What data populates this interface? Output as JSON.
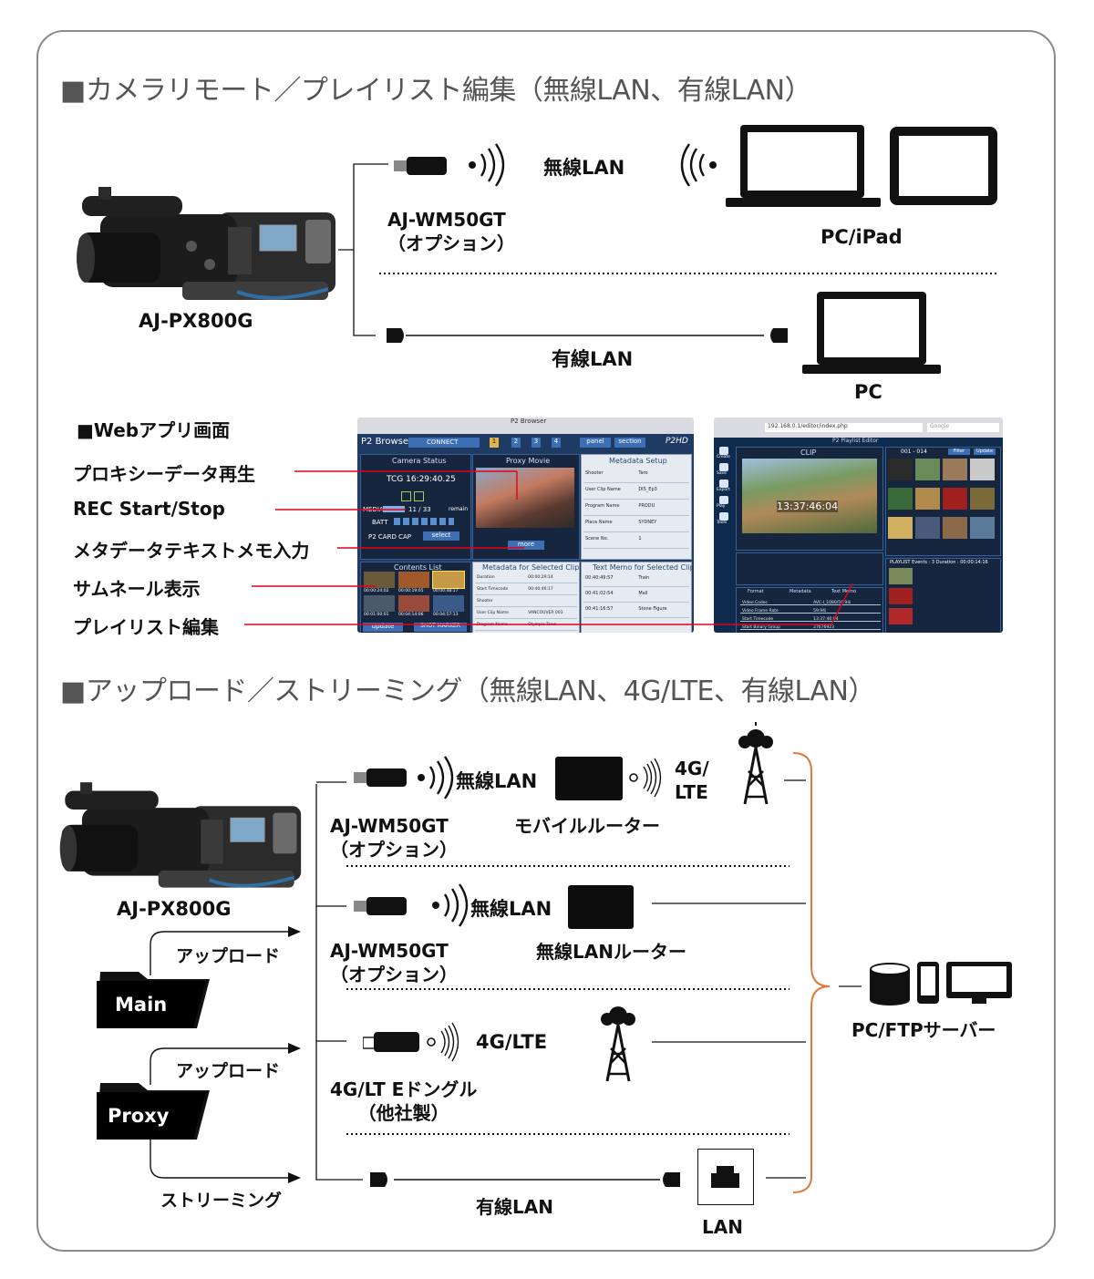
{
  "section1": {
    "heading": "■カメラリモート／プレイリスト編集（無線LAN、有線LAN）",
    "camera_label": "AJ-PX800G",
    "dongle_label_line1": "AJ-WM50GT",
    "dongle_label_line2": "（オプション）",
    "wireless_label": "無線LAN",
    "pc_ipad_label": "PC/iPad",
    "wired_label": "有線LAN",
    "pc_label": "PC"
  },
  "web_app": {
    "heading": "■Webアプリ画面",
    "features": [
      "プロキシーデータ再生",
      "REC Start/Stop",
      "メタデータテキストメモ入力",
      "サムネール表示",
      "プレイリスト編集"
    ],
    "accent_color": "#e3001b",
    "screenshot1": {
      "window_title": "P2 Browser",
      "app_title": "P2 Browser",
      "connect_button": "CONNECT",
      "tab_buttons": [
        "1",
        "2",
        "3",
        "4"
      ],
      "panel_button": "panel",
      "section_button": "section",
      "logo": "P2HD",
      "camera_status": "Camera Status",
      "tc": "TCG 16:29:40.25",
      "media": "MEDIA",
      "media_value": "11 / 33",
      "remain": "remain",
      "batt": "BATT",
      "card_cap": "P2 CARD CAP",
      "select": "select",
      "proxy_movie": "Proxy Movie",
      "more": "more",
      "metadata_setup": "Metadata Setup",
      "metadata_rows": [
        [
          "Shooter",
          "Taro"
        ],
        [
          "User Clip Name",
          "DIS_Ep3"
        ],
        [
          "Program Name",
          "PRODU"
        ],
        [
          "Place Name",
          "SYDNEY"
        ],
        [
          "Scene No.",
          "1"
        ]
      ],
      "contents_list": "Contents List",
      "thumb_times": [
        "00:00:24:02",
        "00:00:19:05",
        "00:00:48:17",
        "00:01:00:01",
        "00:04:14:06",
        "00:04:57:13"
      ],
      "update": "update",
      "shot_marker": "SHOT MARKER",
      "meta_selected": "Metadata for Selected Clip",
      "meta_sel_rows": [
        [
          "Duration",
          "00:00:29:14"
        ],
        [
          "Start Timecode",
          "00:40:46:17"
        ],
        [
          "Shooter",
          ""
        ],
        [
          "User Clip Name",
          "VANCOUVER 003"
        ],
        [
          "Program Name",
          "Olympic Town"
        ]
      ],
      "text_memo": "Text Memo for Selected Clip",
      "memo_rows": [
        [
          "00:40:49:57",
          "Train"
        ],
        [
          "00:41:02:54",
          "Mall"
        ],
        [
          "00:41:16:57",
          "Stone Figure"
        ]
      ]
    },
    "screenshot2": {
      "window_title": "P2 Playlist Editor",
      "url": "192.168.0.1/editor/index.php",
      "search_placeholder": "Google",
      "clip_title": "CLIP",
      "range": "001 - 014",
      "filter_btn": "Filter",
      "update_btn": "Update",
      "timecode": "13:37:46:04",
      "sidebar_labels": [
        "Create",
        "Save",
        "Export",
        "Play",
        "Tools"
      ],
      "playlist_header": "PLAYLIST   Events : 3   Duration : 00:00:14:16",
      "tabs": [
        "Format",
        "Metadata",
        "Text Memo"
      ],
      "format_rows": [
        [
          "Video Codec",
          "AVC-I_1080/59.94i"
        ],
        [
          "Video Frame Rate",
          "59.94i"
        ],
        [
          "Start Timecode",
          "13:37:46:04"
        ],
        [
          "Start Binary Group",
          "27676923"
        ]
      ]
    }
  },
  "section2": {
    "heading": "■アップロード／ストリーミング（無線LAN、4G/LTE、有線LAN）",
    "camera_label": "AJ-PX800G",
    "main_label": "Main",
    "proxy_label": "Proxy",
    "upload_label": "アップロード",
    "streaming_label": "ストリーミング",
    "route1": {
      "dongle_line1": "AJ-WM50GT",
      "dongle_line2": "（オプション）",
      "wireless": "無線LAN",
      "router": "モバイルルーター",
      "net_line1": "4G/",
      "net_line2": "LTE"
    },
    "route2": {
      "dongle_line1": "AJ-WM50GT",
      "dongle_line2": "（オプション）",
      "wireless": "無線LAN",
      "router": "無線LANルーター"
    },
    "route3": {
      "net": "4G/LTE",
      "dongle_line1": "4G/LT Eドングル",
      "dongle_line2": "（他社製）"
    },
    "route4": {
      "wired": "有線LAN",
      "lan": "LAN"
    },
    "server_label": "PC/FTPサーバー",
    "bracket_color": "#e07a3a"
  }
}
